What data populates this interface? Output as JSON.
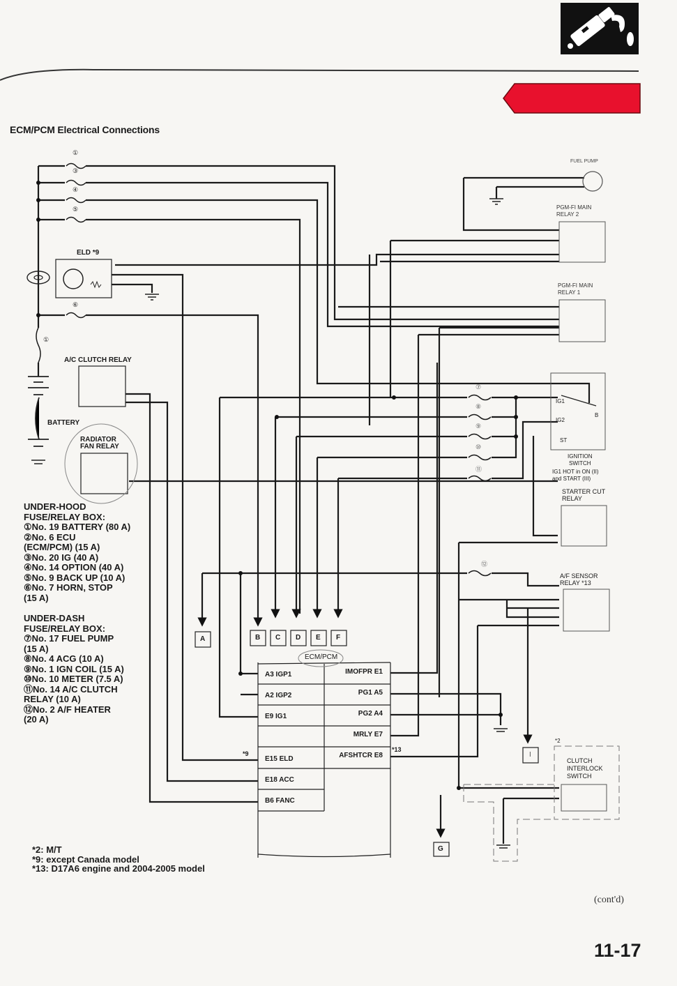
{
  "page": {
    "title": "ECM/PCM Electrical Connections",
    "contd": "(cont'd)",
    "page_number": "11-17",
    "section_icon": "fuel-nozzle-icon",
    "section_tab_color": "#e8112d"
  },
  "components": {
    "eld": "ELD *9",
    "ac_clutch_relay": "A/C CLUTCH RELAY",
    "battery": "BATTERY",
    "radiator_fan_relay_1": "RADIATOR",
    "radiator_fan_relay_2": "FAN RELAY",
    "fuel_pump": "FUEL PUMP",
    "pgm_fi_main_relay_2_a": "PGM-FI MAIN",
    "pgm_fi_main_relay_2_b": "RELAY 2",
    "pgm_fi_main_relay_1_a": "PGM-FI MAIN",
    "pgm_fi_main_relay_1_b": "RELAY 1",
    "ignition_switch_1": "IGNITION",
    "ignition_switch_2": "SWITCH",
    "ignition_note_1": "IG1 HOT in ON (II)",
    "ignition_note_2": "and START (III)",
    "ig1": "IG1",
    "ig2": "IG2",
    "st": "ST",
    "b": "B",
    "starter_cut_relay_1": "STARTER CUT",
    "starter_cut_relay_2": "RELAY",
    "af_sensor_relay_1": "A/F SENSOR",
    "af_sensor_relay_2": "RELAY *13",
    "clutch_interlock_1": "CLUTCH",
    "clutch_interlock_2": "INTERLOCK",
    "clutch_interlock_3": "SWITCH",
    "clutch_note": "*2",
    "ecm_label": "ECM/PCM"
  },
  "fuse_markers": [
    "①",
    "③",
    "④",
    "⑤",
    "⑥",
    "⑦",
    "⑧",
    "⑨",
    "⑩",
    "⑪",
    "⑫"
  ],
  "connectors": [
    "A",
    "B",
    "C",
    "D",
    "E",
    "F",
    "G",
    "I"
  ],
  "ecm_pins": {
    "left": [
      {
        "label": "A3 IGP1",
        "note": ""
      },
      {
        "label": "A2 IGP2",
        "note": ""
      },
      {
        "label": "E9 IG1",
        "note": ""
      },
      {
        "label": "",
        "note": ""
      },
      {
        "label": "E15 ELD",
        "note": "*9"
      },
      {
        "label": "E18 ACC",
        "note": ""
      },
      {
        "label": "B6 FANC",
        "note": ""
      }
    ],
    "right": [
      {
        "label": "IMOFPR E1",
        "note": ""
      },
      {
        "label": "PG1 A5",
        "note": ""
      },
      {
        "label": "PG2 A4",
        "note": ""
      },
      {
        "label": "MRLY E7",
        "note": ""
      },
      {
        "label": "AFSHTCR E8",
        "note": "*13"
      }
    ]
  },
  "legend_under_hood": {
    "heading_1": "UNDER-HOOD",
    "heading_2": "FUSE/RELAY BOX:",
    "items": [
      "①No. 19 BATTERY (80 A)",
      "②No. 6 ECU",
      " (ECM/PCM) (15 A)",
      "③No. 20 IG (40 A)",
      "④No. 14 OPTION (40 A)",
      "⑤No. 9 BACK UP (10 A)",
      "⑥No. 7 HORN, STOP",
      " (15 A)"
    ]
  },
  "legend_under_dash": {
    "heading_1": "UNDER-DASH",
    "heading_2": "FUSE/RELAY BOX:",
    "items": [
      "⑦No. 17 FUEL PUMP",
      " (15 A)",
      "⑧No. 4 ACG (10 A)",
      "⑨No. 1 IGN COIL (15 A)",
      "⑩No. 10 METER (7.5 A)",
      "⑪No. 14 A/C CLUTCH",
      " RELAY (10 A)",
      "⑫No. 2 A/F HEATER",
      " (20 A)"
    ]
  },
  "footnotes": [
    "*2: M/T",
    "*9: except Canada model",
    "*13: D17A6 engine and 2004-2005 model"
  ]
}
